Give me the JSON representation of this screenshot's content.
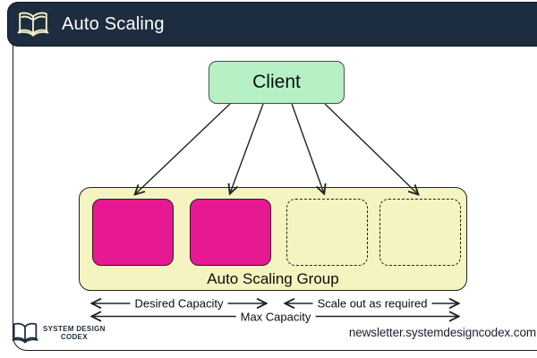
{
  "header": {
    "title": "Auto Scaling",
    "icon": "open-book-icon"
  },
  "diagram": {
    "client_label": "Client",
    "group_label": "Auto Scaling Group",
    "instances": [
      {
        "state": "active"
      },
      {
        "state": "active"
      },
      {
        "state": "potential"
      },
      {
        "state": "potential"
      }
    ],
    "measures": {
      "desired": "Desired Capacity",
      "scale_out": "Scale out as required",
      "max": "Max Capacity"
    }
  },
  "footer": {
    "brand_line1": "SYSTEM DESIGN",
    "brand_line2": "CODEX",
    "brand_icon": "open-book-icon",
    "website": "newsletter.systemdesigncodex.com"
  },
  "colors": {
    "header_bg": "#1c2d3f",
    "client_fill": "#b6f1c6",
    "group_fill": "#f5f4c1",
    "instance_active": "#e61892",
    "accent_icon": "#eef0c5"
  }
}
